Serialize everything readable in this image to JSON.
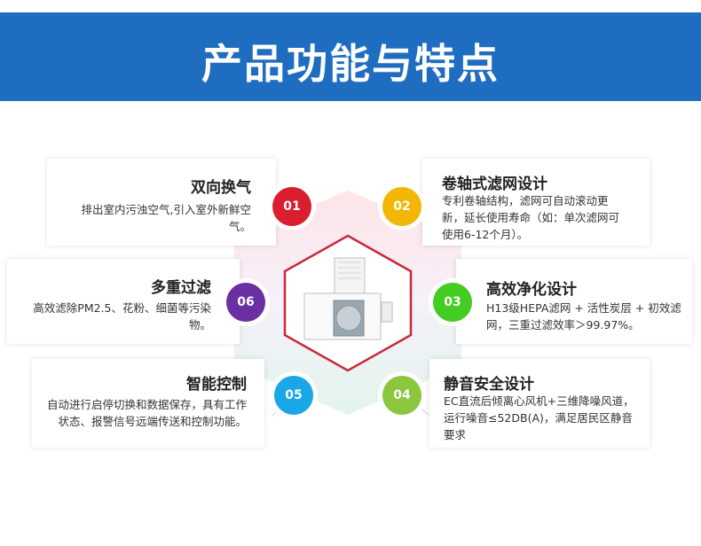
{
  "header": {
    "title": "产品功能与特点"
  },
  "features": [
    {
      "num": "01",
      "title": "双向换气",
      "desc": "排出室内污浊空气,引入室外新鲜空气。",
      "color": "#d81e2f"
    },
    {
      "num": "02",
      "title": "卷轴式滤网设计",
      "desc": "专利卷轴结构，滤网可自动滚动更新，延长使用寿命（如：单次滤网可使用6-12个月）。",
      "color": "#f2b705"
    },
    {
      "num": "03",
      "title": "高效净化设计",
      "desc": "H13级HEPA滤网 + 活性炭层 + 初效滤网，三重过滤效率＞99.97%。",
      "color": "#44cc22"
    },
    {
      "num": "04",
      "title": "静音安全设计",
      "desc": "EC直流后倾离心风机+三维降噪风道，运行噪音≤52DB(A)，满足居民区静音要求",
      "color": "#8cc63f"
    },
    {
      "num": "05",
      "title": "智能控制",
      "desc": "自动进行启停切换和数据保存，具有工作状态、报警信号远端传送和控制功能。",
      "color": "#1aa7e8"
    },
    {
      "num": "06",
      "title": "多重过滤",
      "desc": "高效滤除PM2.5、花粉、细菌等污染物。",
      "color": "#6a2fa0"
    }
  ]
}
